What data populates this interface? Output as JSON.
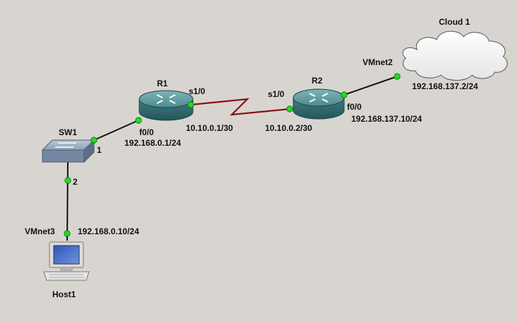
{
  "nodes": {
    "cloud1": {
      "name": "Cloud 1"
    },
    "r1": {
      "name": "R1"
    },
    "r2": {
      "name": "R2"
    },
    "sw1": {
      "name": "SW1"
    },
    "host1": {
      "name": "Host1"
    }
  },
  "interfaces": {
    "r1_s1_0": "s1/0",
    "r1_f0_0": "f0/0",
    "r2_s1_0": "s1/0",
    "r2_f0_0": "f0/0",
    "sw1_port1": "1",
    "sw1_port2": "2",
    "cloud_vmnet2": "VMnet2",
    "host_vmnet3": "VMnet3"
  },
  "addresses": {
    "r1_s1_0": "10.10.0.1/30",
    "r2_s1_0": "10.10.0.2/30",
    "r1_f0_0": "192.168.0.1/24",
    "r2_f0_0": "192.168.137.10/24",
    "cloud": "192.168.137.2/24",
    "host1": "192.168.0.10/24"
  },
  "colors": {
    "background": "#d8d5d1",
    "ethernet_link": "#111111",
    "serial_link": "#8b1010",
    "link_up_dot": "#22dd22",
    "router_body": "#3f7f84"
  }
}
